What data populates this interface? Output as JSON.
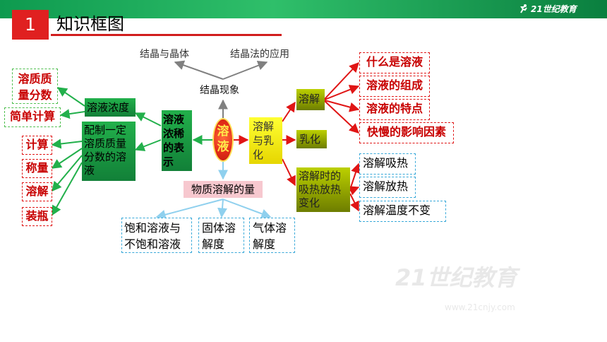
{
  "header": {
    "number": "1",
    "title": "知识框图",
    "logo": "21世纪教育"
  },
  "colors": {
    "accent_red": "#d11d1d",
    "header_green": "#0e9a4f",
    "arrow_green": "#22b04b",
    "arrow_red": "#e01515",
    "arrow_blue": "#8fd0ee",
    "arrow_gray": "#808080"
  },
  "diagram": {
    "center": "溶液",
    "top": {
      "label": "结晶现象",
      "branches": [
        "结晶与晶体",
        "结晶法的应用"
      ]
    },
    "left_main": "溶液浓稀的表示",
    "concentration": "溶液浓度",
    "concentration_items": [
      "溶质质量分数",
      "简单计算"
    ],
    "preparation": "配制一定溶质质量分数的溶液",
    "steps": [
      "计算",
      "称量",
      "溶解",
      "装瓶"
    ],
    "right_main": "溶解与乳化",
    "dissolve": "溶解",
    "dissolve_items": [
      "什么是溶液",
      "溶液的组成",
      "溶液的特点",
      "快慢的影响因素"
    ],
    "emulsify": "乳化",
    "heat": "溶解时的吸热放热变化",
    "heat_items": [
      "溶解吸热",
      "溶解放热",
      "溶解温度不变"
    ],
    "bottom": "物质溶解的量",
    "bottom_items": [
      "饱和溶液与不饱和溶液",
      "固体溶解度",
      "气体溶解度"
    ]
  },
  "watermark": {
    "main": "21世纪教育",
    "sub": "www.21cnjy.com"
  }
}
